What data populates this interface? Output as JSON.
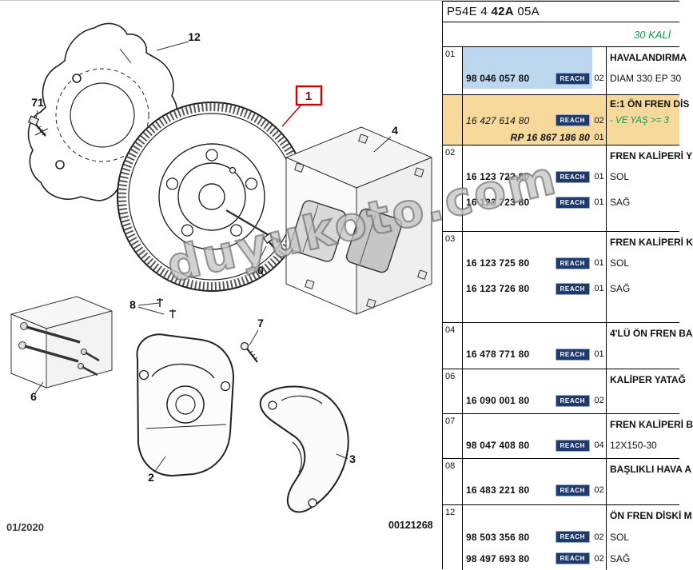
{
  "colors": {
    "reach-navy": "#1e3a6e",
    "hl-blue": "#bdd7ee",
    "hl-orange": "#f7d99b",
    "green": "#00a050",
    "red": "#cc0000"
  },
  "header": {
    "code_pre": "P54E 4 ",
    "code_bold": "42A",
    "code_post": " 05A",
    "note": "30 KALİ"
  },
  "reach_label": "REACH",
  "diagram": {
    "watermark": "duyukoto.com",
    "date": "01/2020",
    "doc_number": "00121268",
    "callouts": {
      "c1": "1",
      "c2": "2",
      "c3": "3",
      "c4": "4",
      "c6": "6",
      "c7": "7",
      "c8": "8",
      "c12": "12",
      "c70": "70",
      "c71": "71"
    }
  },
  "table": {
    "groups": [
      {
        "item": "01",
        "title": "HAVALANDIRMA",
        "lines": [
          {
            "part": "98 046 057 80",
            "qty": "02",
            "desc": "DIAM 330 EP 30"
          }
        ]
      },
      {
        "item": "",
        "title": "E:1 ÖN FREN DİS",
        "lines": [
          {
            "part": "16 427 614 80",
            "qty": "02",
            "desc": "- VE YAŞ >= 3"
          },
          {
            "part": "RP 16 867 186 80",
            "qty": "01",
            "desc": ""
          }
        ]
      },
      {
        "item": "02",
        "title": "FREN KALİPERİ Y",
        "lines": [
          {
            "part": "16 123 722 80",
            "qty": "01",
            "desc": "SOL"
          },
          {
            "part": "16 123 723 80",
            "qty": "01",
            "desc": "SAĞ"
          }
        ]
      },
      {
        "item": "03",
        "title": "FREN KALİPERİ K",
        "lines": [
          {
            "part": "16 123 725 80",
            "qty": "01",
            "desc": "SOL"
          },
          {
            "part": "16 123 726 80",
            "qty": "01",
            "desc": "SAĞ"
          }
        ]
      },
      {
        "item": "04",
        "title": "4'LÜ ÖN FREN BA",
        "lines": [
          {
            "part": "16 478 771 80",
            "qty": "01",
            "desc": ""
          }
        ]
      },
      {
        "item": "06",
        "title": "KALİPER YATAĞ",
        "lines": [
          {
            "part": "16 090 001 80",
            "qty": "02",
            "desc": ""
          }
        ]
      },
      {
        "item": "07",
        "title": "FREN KALİPERİ B",
        "lines": [
          {
            "part": "98 047 408 80",
            "qty": "04",
            "desc": "12X150-30"
          }
        ]
      },
      {
        "item": "08",
        "title": "BAŞLIKLI HAVA A",
        "lines": [
          {
            "part": "16 483 221 80",
            "qty": "02",
            "desc": ""
          }
        ]
      },
      {
        "item": "12",
        "title": "ÖN FREN DİSKİ M",
        "lines": [
          {
            "part": "98 503 356 80",
            "qty": "02",
            "desc": "SOL"
          },
          {
            "part": "98 497 693 80",
            "qty": "02",
            "desc": "SAĞ"
          }
        ]
      }
    ]
  }
}
